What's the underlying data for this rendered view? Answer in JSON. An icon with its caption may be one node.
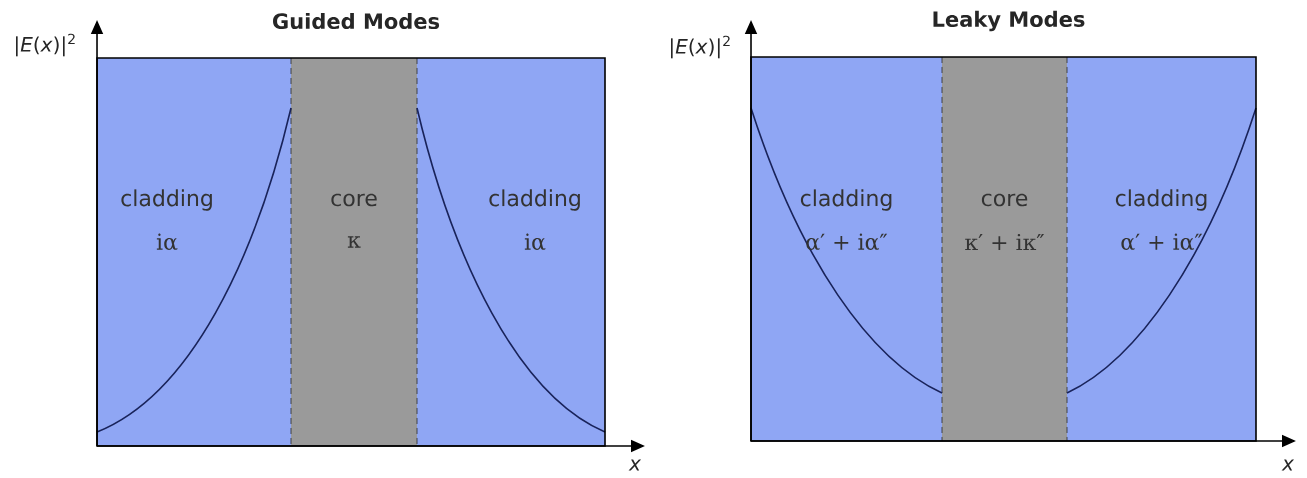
{
  "diagram": {
    "nodes": [
      {
        "text": [
          "Guided Modes"
        ]
      },
      {
        "text": [
          "cladding",
          "iα"
        ],
        "in": 0
      },
      {
        "text": [
          "core",
          "κ"
        ],
        "in": 0
      },
      {
        "text": [
          "cladding",
          "iα"
        ],
        "in": 0
      },
      {
        "text": [
          "Leaky Modes"
        ]
      },
      {
        "text": [
          "cladding",
          "α′ + iα″"
        ],
        "in": 4
      },
      {
        "text": [
          "core",
          "κ′ + iκ″"
        ],
        "in": 4
      },
      {
        "text": [
          "cladding",
          "α′ + iα″"
        ],
        "in": 4
      }
    ],
    "labels": [
      "|*E*(*x*)|$^{2}$",
      "x",
      "|*E*(*x*)|$^{2}$",
      "x"
    ]
  }
}
